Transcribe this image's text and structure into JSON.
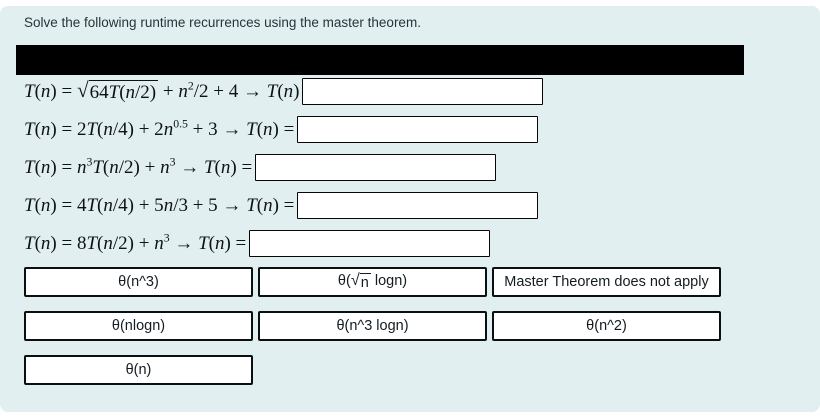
{
  "colors": {
    "panel_bg": "#e2eff1",
    "box_border": "#0a0f12",
    "equation_text": "#0d1216",
    "title_text": "#26343c",
    "redaction": "#000000"
  },
  "title": "Solve the following runtime recurrences using the master theorem.",
  "redaction": {
    "present": true
  },
  "equations": [
    {
      "name": "equation-1",
      "plain": "T(n) = √(64T(n/2)) + n^2/2 + 4 → T(n)",
      "segments": [
        [
          "i",
          "T"
        ],
        [
          "t",
          "("
        ],
        [
          "i",
          "n"
        ],
        [
          "t",
          ") = "
        ],
        [
          "sqrt",
          [
            [
              "t",
              "64"
            ],
            [
              "i",
              "T"
            ],
            [
              "t",
              "("
            ],
            [
              "i",
              "n"
            ],
            [
              "t",
              "/2)"
            ]
          ]
        ],
        [
          "t",
          " + "
        ],
        [
          "i",
          "n"
        ],
        [
          "sup",
          "2"
        ],
        [
          "t",
          "/2 + 4 → "
        ],
        [
          "i",
          "T"
        ],
        [
          "t",
          "("
        ],
        [
          "i",
          "n"
        ],
        [
          "t",
          ")"
        ]
      ],
      "input_value": ""
    },
    {
      "name": "equation-2",
      "plain": "T(n) = 2T(n/4) + 2n^0.5 + 3 → T(n) =",
      "segments": [
        [
          "i",
          "T"
        ],
        [
          "t",
          "("
        ],
        [
          "i",
          "n"
        ],
        [
          "t",
          ") = 2"
        ],
        [
          "i",
          "T"
        ],
        [
          "t",
          "("
        ],
        [
          "i",
          "n"
        ],
        [
          "t",
          "/4) + 2"
        ],
        [
          "i",
          "n"
        ],
        [
          "sup",
          "0.5"
        ],
        [
          "t",
          " + 3 → "
        ],
        [
          "i",
          "T"
        ],
        [
          "t",
          "("
        ],
        [
          "i",
          "n"
        ],
        [
          "t",
          ") ="
        ]
      ],
      "input_value": ""
    },
    {
      "name": "equation-3",
      "plain": "T(n) = n^3T(n/2) + n^3 → T(n) =",
      "segments": [
        [
          "i",
          "T"
        ],
        [
          "t",
          "("
        ],
        [
          "i",
          "n"
        ],
        [
          "t",
          ") = "
        ],
        [
          "i",
          "n"
        ],
        [
          "sup",
          "3"
        ],
        [
          "i",
          "T"
        ],
        [
          "t",
          "("
        ],
        [
          "i",
          "n"
        ],
        [
          "t",
          "/2) + "
        ],
        [
          "i",
          "n"
        ],
        [
          "sup",
          "3"
        ],
        [
          "t",
          " → "
        ],
        [
          "i",
          "T"
        ],
        [
          "t",
          "("
        ],
        [
          "i",
          "n"
        ],
        [
          "t",
          ") ="
        ]
      ],
      "input_value": ""
    },
    {
      "name": "equation-4",
      "plain": "T(n) = 4T(n/4) + 5n/3 + 5 → T(n) =",
      "segments": [
        [
          "i",
          "T"
        ],
        [
          "t",
          "("
        ],
        [
          "i",
          "n"
        ],
        [
          "t",
          ") = 4"
        ],
        [
          "i",
          "T"
        ],
        [
          "t",
          "("
        ],
        [
          "i",
          "n"
        ],
        [
          "t",
          "/4) + 5"
        ],
        [
          "i",
          "n"
        ],
        [
          "t",
          "/3 + 5 → "
        ],
        [
          "i",
          "T"
        ],
        [
          "t",
          "("
        ],
        [
          "i",
          "n"
        ],
        [
          "t",
          ") ="
        ]
      ],
      "input_value": ""
    },
    {
      "name": "equation-5",
      "plain": "T(n) = 8T(n/2) + n^3 → T(n) =",
      "segments": [
        [
          "i",
          "T"
        ],
        [
          "t",
          "("
        ],
        [
          "i",
          "n"
        ],
        [
          "t",
          ") = 8"
        ],
        [
          "i",
          "T"
        ],
        [
          "t",
          "("
        ],
        [
          "i",
          "n"
        ],
        [
          "t",
          "/2) + "
        ],
        [
          "i",
          "n"
        ],
        [
          "sup",
          "3"
        ],
        [
          "t",
          " → "
        ],
        [
          "i",
          "T"
        ],
        [
          "t",
          "("
        ],
        [
          "i",
          "n"
        ],
        [
          "t",
          ") ="
        ]
      ],
      "input_value": ""
    }
  ],
  "option_rows": [
    [
      {
        "name": "option-theta-n-cubed",
        "plain": "θ(n^3)",
        "segments": [
          [
            "t",
            "θ(n^3)"
          ]
        ]
      },
      {
        "name": "option-theta-sqrt-n-logn",
        "plain": "θ(√n logn)",
        "segments": [
          [
            "t",
            "θ("
          ],
          [
            "sqrt",
            [
              [
                "t",
                "n"
              ]
            ]
          ],
          [
            "t",
            " logn)"
          ]
        ]
      },
      {
        "name": "option-master-theorem-does-not-apply",
        "plain": "Master Theorem does not apply",
        "segments": [
          [
            "t",
            "Master Theorem does not apply"
          ]
        ]
      }
    ],
    [
      {
        "name": "option-theta-nlogn",
        "plain": "θ(nlogn)",
        "segments": [
          [
            "t",
            "θ(nlogn)"
          ]
        ]
      },
      {
        "name": "option-theta-n3-logn",
        "plain": "θ(n^3 logn)",
        "segments": [
          [
            "t",
            "θ(n^3 logn)"
          ]
        ]
      },
      {
        "name": "option-theta-n2",
        "plain": "θ(n^2)",
        "segments": [
          [
            "t",
            "θ(n^2)"
          ]
        ]
      }
    ],
    [
      {
        "name": "option-theta-n",
        "plain": "θ(n)",
        "segments": [
          [
            "t",
            "θ(n)"
          ]
        ]
      }
    ]
  ]
}
